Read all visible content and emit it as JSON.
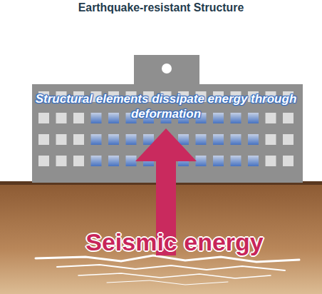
{
  "diagram": {
    "title": "Earthquake-resistant Structure",
    "labels": [
      "Structural elements dissipate energy through deformation",
      "Seismic energy"
    ]
  }
}
